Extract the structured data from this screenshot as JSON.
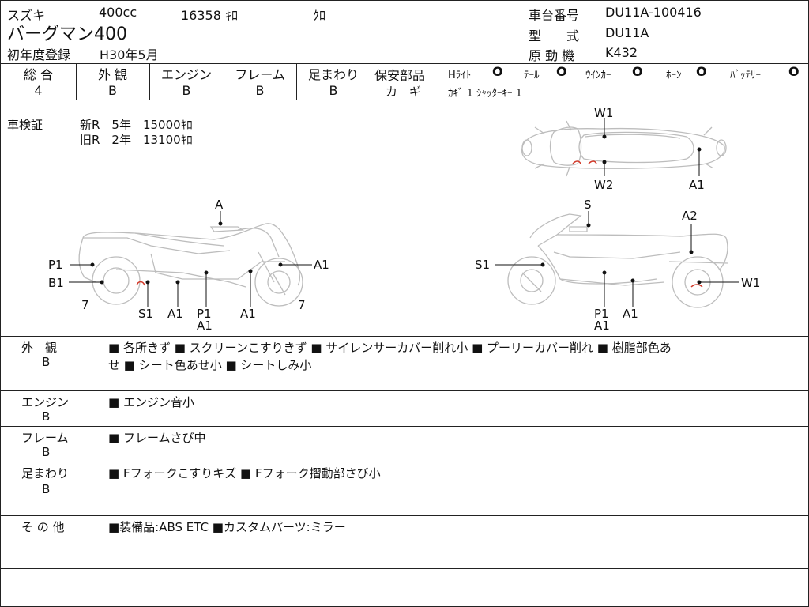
{
  "header": {
    "maker": "スズキ",
    "displacement": "400cc",
    "mileage": "16358 ｷﾛ",
    "color": "ｸﾛ",
    "model_name": "バーグマン400",
    "first_reg_label": "初年度登録",
    "first_reg_value": "H30年5月",
    "chassis_label": "車台番号",
    "chassis_value": "DU11A-100416",
    "model_code_label": "型　　式",
    "model_code_value": "DU11A",
    "engine_label": "原 動 機",
    "engine_value": "K432"
  },
  "scores": [
    {
      "label": "総 合",
      "value": "4"
    },
    {
      "label": "外 観",
      "value": "B"
    },
    {
      "label": "エンジン",
      "value": "B"
    },
    {
      "label": "フレーム",
      "value": "B"
    },
    {
      "label": "足まわり",
      "value": "B"
    }
  ],
  "safety": {
    "label": "保安部品",
    "items": [
      "Hﾗｲﾄ",
      "ﾃｰﾙ",
      "ｳｲﾝｶｰ",
      "ﾎｰﾝ",
      "ﾊﾞｯﾃﾘｰ"
    ],
    "status": "O",
    "key_label": "カ　ギ",
    "key_value": "ｶｷﾞ 1 ｼｬｯﾀｰｷｰ 1"
  },
  "inspection": {
    "label": "車検証",
    "new_line": "新R　5年　15000ｷﾛ",
    "old_line": "旧R　2年　13100ｷﾛ"
  },
  "diagram": {
    "top": [
      "W1",
      "W2",
      "A1"
    ],
    "left": [
      "A",
      "P1",
      "B1",
      "A1",
      "7",
      "7",
      "S1",
      "A1",
      "P1",
      "A1",
      "A1"
    ],
    "right": [
      "S",
      "A2",
      "S1",
      "W1",
      "P1",
      "A1",
      "A1"
    ]
  },
  "remarks": [
    {
      "category": "外　観",
      "grade": "B",
      "line1": "■ 各所きず ■ スクリーンこすりきず ■ サイレンサーカバー削れ小 ■ プーリーカバー削れ ■ 樹脂部色あ",
      "line2": "せ ■ シート色あせ小 ■ シートしみ小"
    },
    {
      "category": "エンジン",
      "grade": "B",
      "line1": "■ エンジン音小"
    },
    {
      "category": "フレーム",
      "grade": "B",
      "line1": "■ フレームさび中"
    },
    {
      "category": "足まわり",
      "grade": "B",
      "line1": "■ Fフォークこすりキズ ■ Fフォーク摺動部さび小"
    },
    {
      "category": "そ の 他",
      "line1": "■装備品:ABS ETC ■カスタムパーツ:ミラー"
    }
  ]
}
